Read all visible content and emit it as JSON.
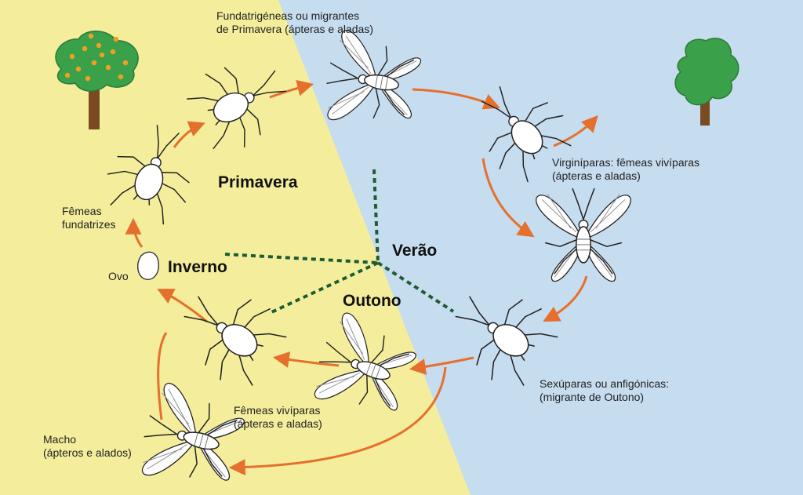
{
  "seasons": {
    "primavera": "Primavera",
    "verao": "Verão",
    "outono": "Outono",
    "inverno": "Inverno"
  },
  "labels": {
    "fundatrigeneas_1": "Fundatrigéneas ou migrantes",
    "fundatrigeneas_2": "de Primavera (ápteras e aladas)",
    "virginiparas_1": "Virginíparas: fêmeas vivíparas",
    "virginiparas_2": "(ápteras e aladas)",
    "fundatrizes_1": "Fêmeas",
    "fundatrizes_2": "fundatrizes",
    "ovo": "Ovo",
    "sexuparas_1": "Sexúparas ou anfigónicas:",
    "sexuparas_2": "(migrante de Outono)",
    "viviparas_1": "Fêmeas vivíparas",
    "viviparas_2": "(ápteras e aladas)",
    "macho_1": "Macho",
    "macho_2": "(ápteros e alados)"
  },
  "icons": [
    "tree-fruit-icon",
    "tree-green-icon",
    "aphid-wingless-icon",
    "aphid-winged-icon",
    "egg-icon"
  ],
  "colors": {
    "yellow_bg": "#f4ee9c",
    "blue_bg": "#c6dcef",
    "arrow": "#e5702d",
    "divider": "#1e5c34",
    "tree_green": "#3aa04a",
    "fruit": "#f0a020",
    "trunk": "#7a4a22"
  }
}
